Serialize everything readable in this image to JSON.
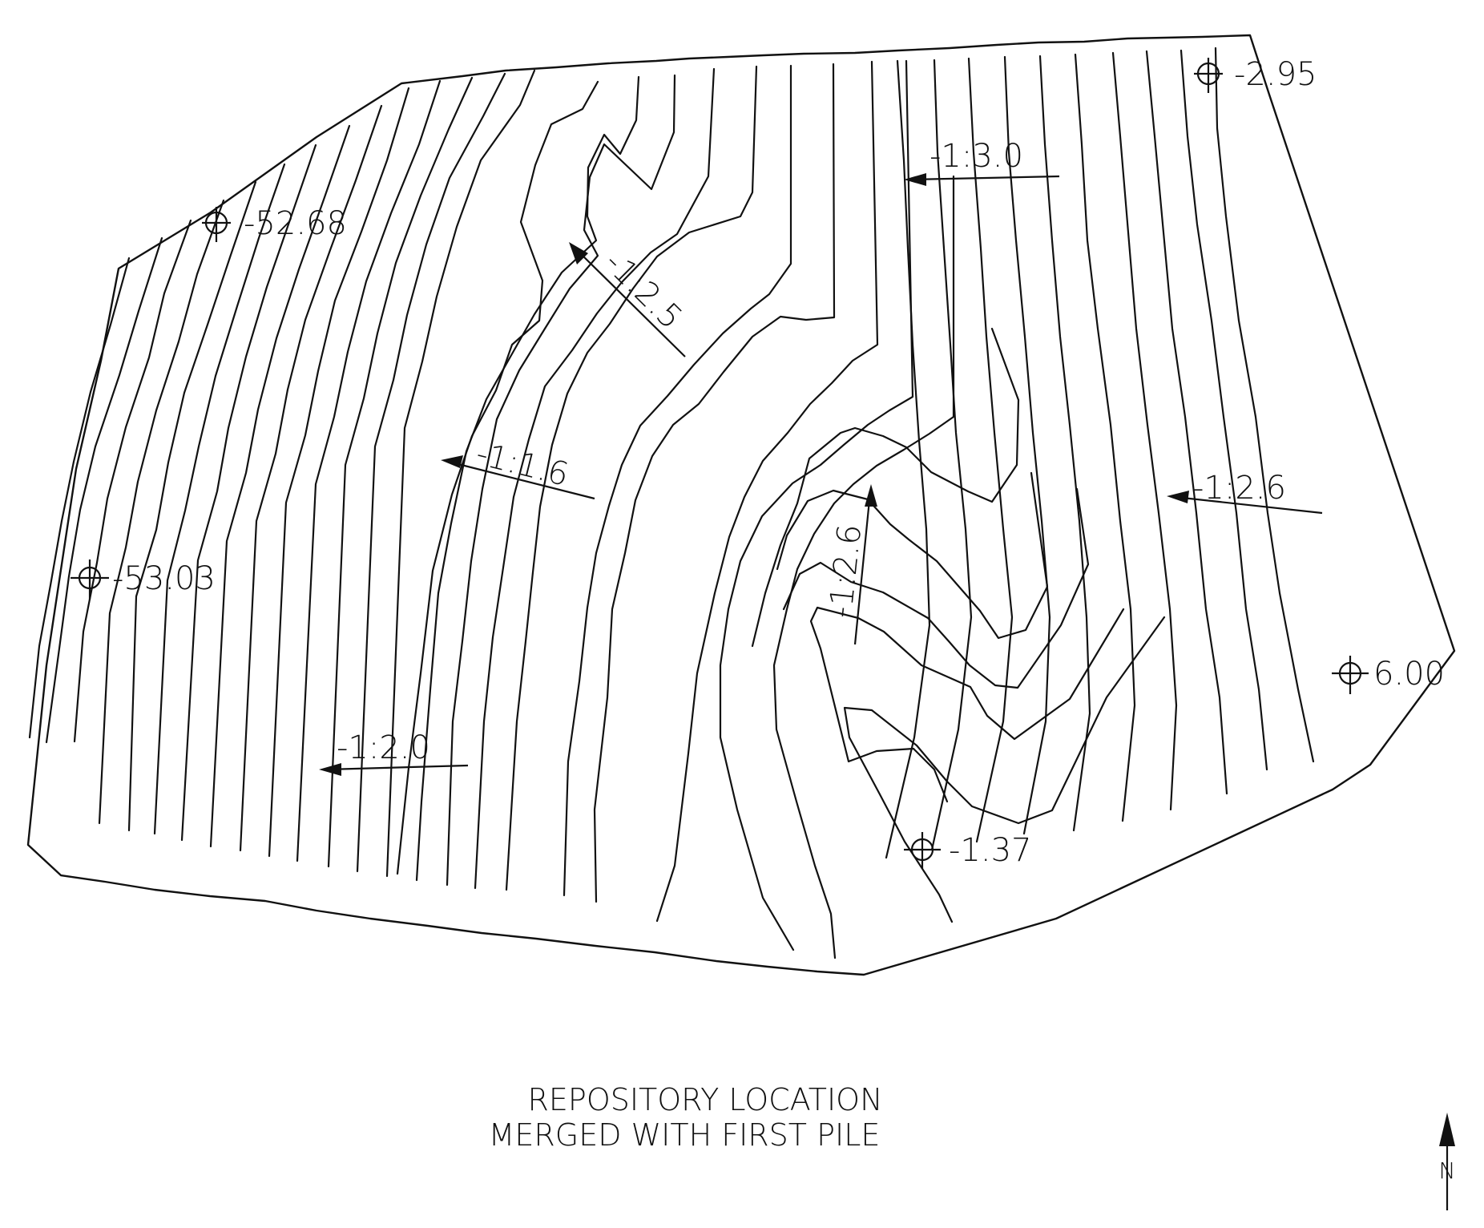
{
  "title": {
    "line1": "REPOSITORY LOCATION",
    "line2": "MERGED WITH FIRST PILE"
  },
  "north_arrow": {
    "label": "N"
  },
  "spot_elevations": [
    {
      "id": "se1",
      "label": "-2.95"
    },
    {
      "id": "se2",
      "label": "-52.68"
    },
    {
      "id": "se3",
      "label": "-53.03"
    },
    {
      "id": "se4",
      "label": "6.00"
    },
    {
      "id": "se5",
      "label": "-1.37"
    }
  ],
  "slope_labels": [
    {
      "id": "sl1",
      "label": "-1:3.0"
    },
    {
      "id": "sl2",
      "label": "-1:2.5"
    },
    {
      "id": "sl3",
      "label": "-1:1.6"
    },
    {
      "id": "sl4",
      "label": "-1:2.6"
    },
    {
      "id": "sl5",
      "label": "-1:2.6"
    },
    {
      "id": "sl6",
      "label": "-1:2.0"
    }
  ],
  "colors": {
    "line": "#111111",
    "background": "#ffffff"
  }
}
